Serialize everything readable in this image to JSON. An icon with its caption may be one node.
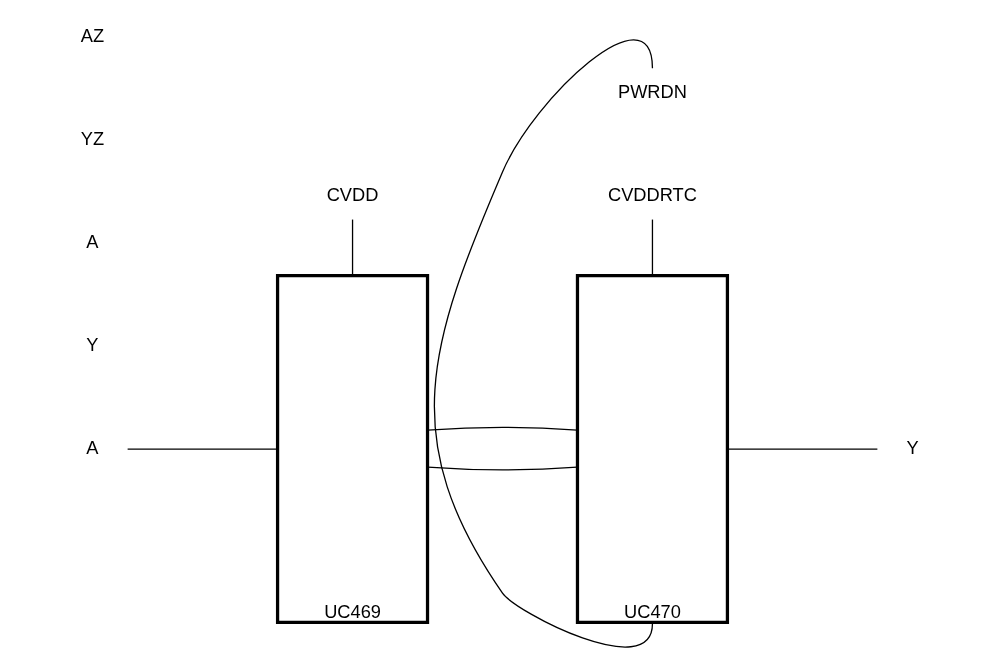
{
  "diagram": {
    "nodes": [
      {
        "text": [
          "CVDD"
        ]
      },
      {
        "text": [
          "CVDDRTC"
        ]
      },
      {
        "text": [
          "A"
        ]
      },
      {
        "text": [
          "UC469"
        ]
      },
      {
        "text": [
          "UC470"
        ]
      },
      {
        "text": [
          "Y"
        ]
      },
      {
        "text": [
          "PWRDN"
        ]
      }
    ],
    "edges": [
      {
        "from": 0,
        "to": 3,
        "arrow": "none"
      },
      {
        "from": 1,
        "to": 4,
        "arrow": "none"
      },
      {
        "from": 2,
        "to": 3,
        "arrow": "none"
      },
      {
        "from": 3,
        "to": 4,
        "arrow": "none"
      },
      {
        "from": 3,
        "to": 4,
        "arrow": "none"
      },
      {
        "from": 4,
        "to": 5,
        "arrow": "none"
      },
      {
        "from": 4,
        "to": 6,
        "arrow": "none"
      }
    ],
    "labels": [
      "Y",
      "A",
      "YZ",
      "AZ"
    ]
  }
}
